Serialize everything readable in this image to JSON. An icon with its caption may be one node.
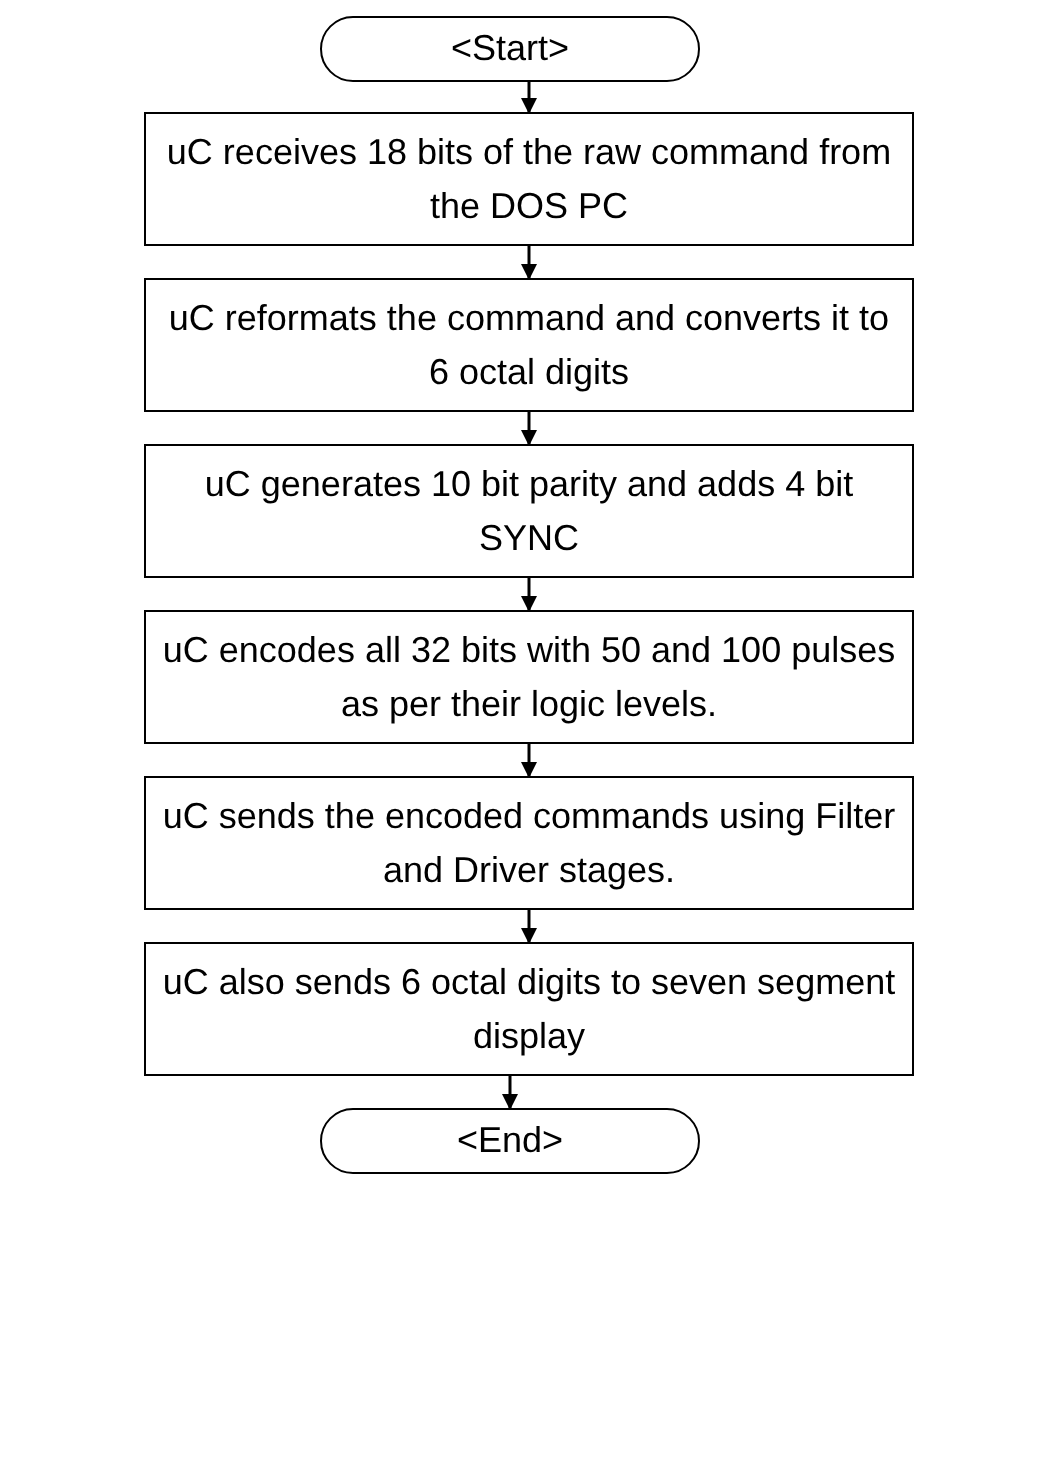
{
  "diagram": {
    "nodes": [
      {
        "text": [
          "<Start>"
        ]
      },
      {
        "text": [
          "uC receives 18 bits of the raw command from the DOS PC"
        ]
      },
      {
        "text": [
          "uC reformats the command and converts it to 6 octal digits"
        ]
      },
      {
        "text": [
          "uC generates 10 bit parity and adds 4 bit SYNC"
        ]
      },
      {
        "text": [
          "uC encodes all 32 bits with 50 and 100 pulses as per their logic levels."
        ]
      },
      {
        "text": [
          "uC sends the encoded commands using Filter and Driver stages."
        ]
      },
      {
        "text": [
          "uC also sends 6 octal digits to seven segment display"
        ]
      },
      {
        "text": [
          "<End>"
        ]
      }
    ],
    "edges": [
      {
        "from": 0,
        "to": 1,
        "arrow": "to"
      },
      {
        "from": 1,
        "to": 2,
        "arrow": "to"
      },
      {
        "from": 2,
        "to": 3,
        "arrow": "to"
      },
      {
        "from": 3,
        "to": 4,
        "arrow": "to"
      },
      {
        "from": 4,
        "to": 5,
        "arrow": "to"
      },
      {
        "from": 5,
        "to": 6,
        "arrow": "to"
      },
      {
        "from": 6,
        "to": 7,
        "arrow": "to"
      }
    ]
  }
}
